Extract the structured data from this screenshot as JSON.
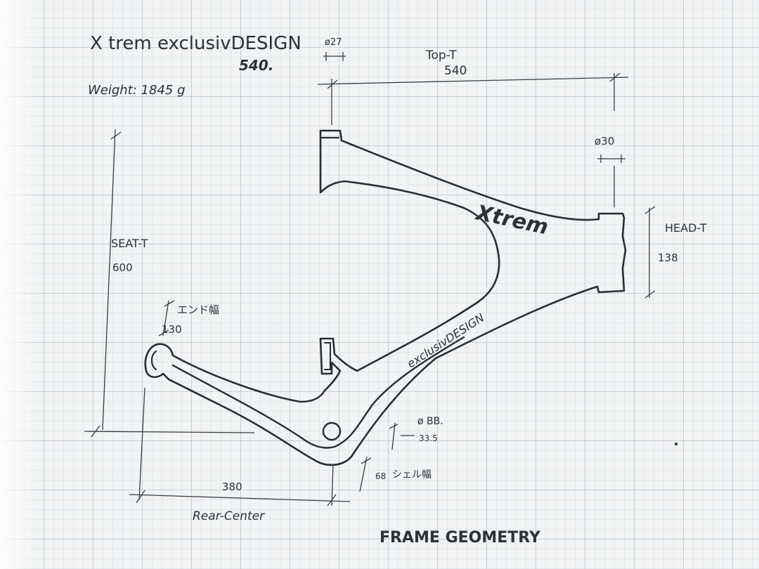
{
  "header": {
    "brand_title": "X trem exclusivDESIGN",
    "model_size": "540.",
    "weight": "Weight: 1845 g"
  },
  "dimensions": {
    "seat_tube_diameter": "ø27",
    "top_tube_label": "Top-T",
    "top_tube_value": "540",
    "head_tube_diameter": "ø30",
    "head_tube_label": "HEAD-T",
    "head_tube_value": "138",
    "seat_tube_label": "SEAT-T",
    "seat_tube_value": "600",
    "end_spacing_label": "エンド幅",
    "end_spacing_value": "130",
    "bb_label": "ø BB.",
    "bb_value": "33.5",
    "bb_shell_value": "68",
    "bb_shell_label": "シェル幅",
    "rear_center_value": "380",
    "rear_center_label": "Rear-Center"
  },
  "frame_text": {
    "top_logo": "Xtrem",
    "down_logo": "exclusivDESIGN"
  },
  "footer": {
    "title": "FRAME GEOMETRY"
  },
  "colors": {
    "ink": "#2a2d31",
    "paper": "#f1f3f4",
    "grid": "#8a939c"
  }
}
